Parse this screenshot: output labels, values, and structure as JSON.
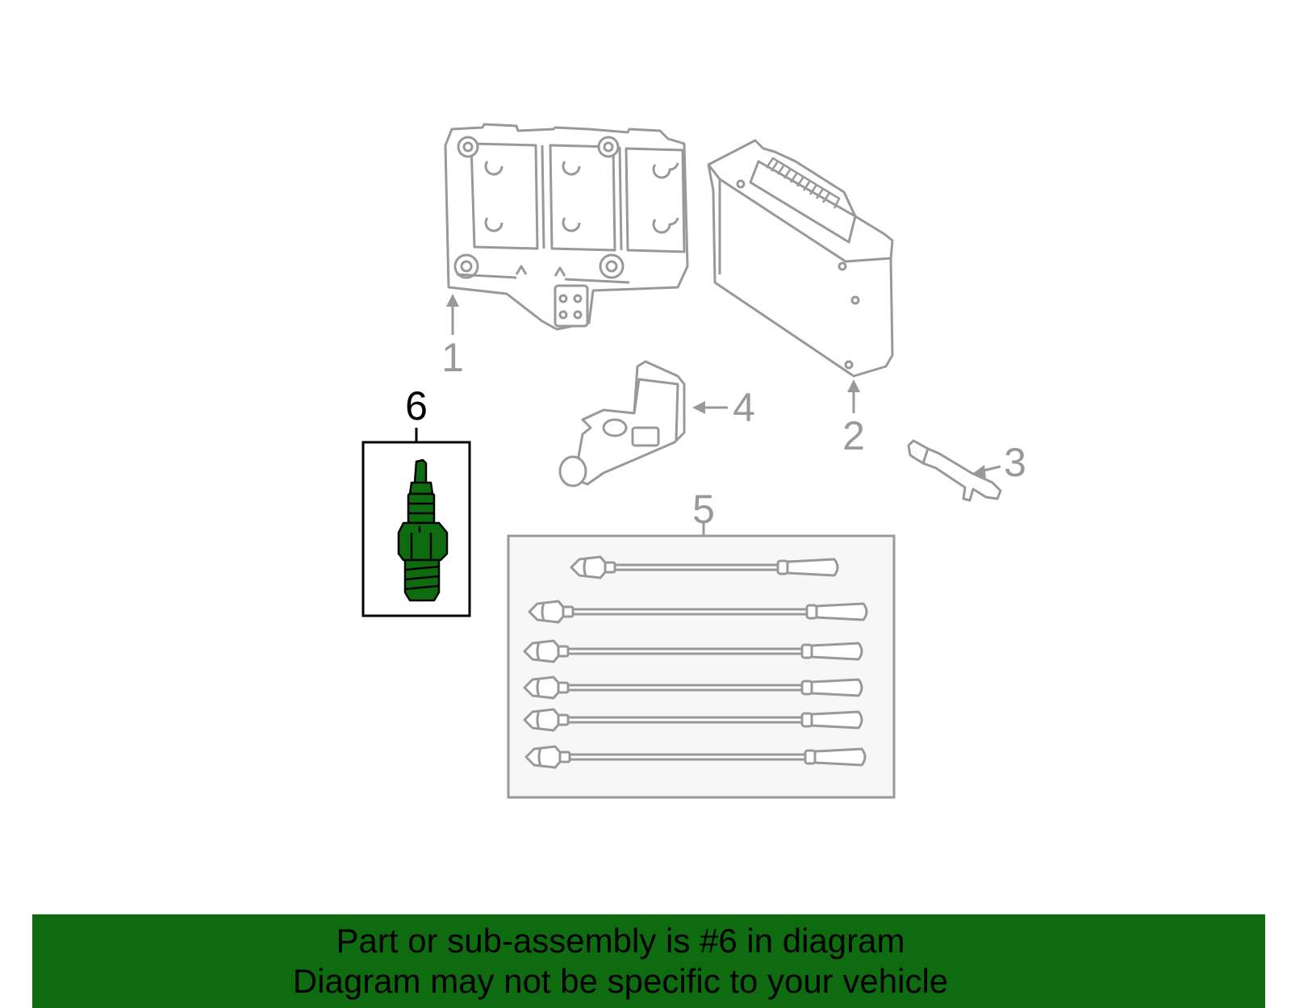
{
  "callouts": [
    {
      "number": "1",
      "part": "ignition-coil"
    },
    {
      "number": "2",
      "part": "ignition-module"
    },
    {
      "number": "3",
      "part": "knock-sensor"
    },
    {
      "number": "4",
      "part": "crankshaft-position-sensor"
    },
    {
      "number": "5",
      "part": "spark-plug-wire-set"
    },
    {
      "number": "6",
      "part": "spark-plug"
    }
  ],
  "footer": {
    "line1": "Part or sub-assembly is #6 in diagram",
    "line2": "Diagram may not be specific to your vehicle"
  },
  "colors": {
    "line_art": "#999999",
    "highlight_fill": "#0f6b0f",
    "highlight_outline": "#000000",
    "wire_box_fill": "#f7f7f7",
    "footer_background": "#0f6b0f",
    "footer_text": "#000000"
  },
  "highlighted_callout": "6"
}
